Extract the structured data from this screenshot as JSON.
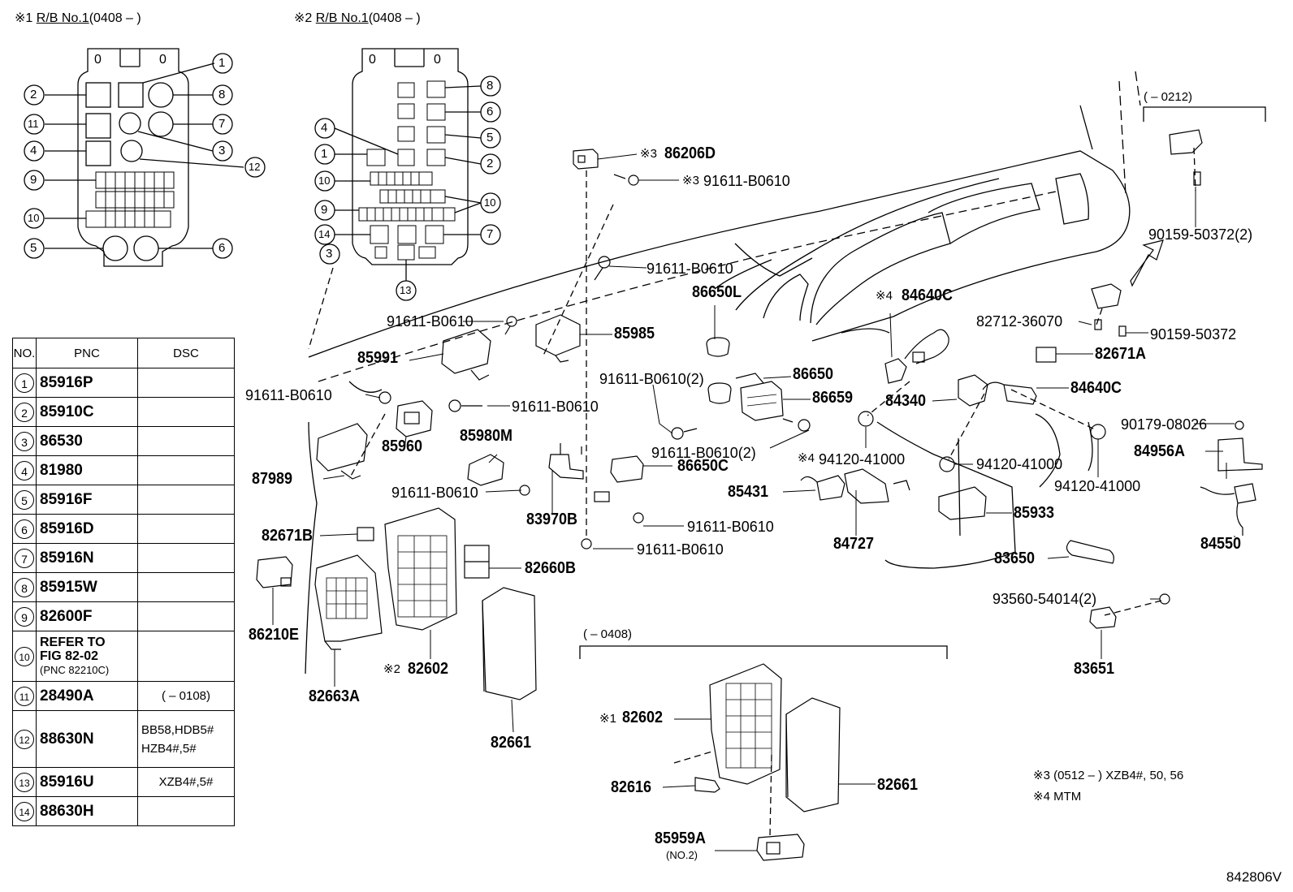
{
  "diagram_ref": "842806V",
  "headers": {
    "rb1_a": {
      "mark": "※1",
      "name": "R/B No.1",
      "range": "(0408 –     )"
    },
    "rb1_b": {
      "mark": "※2",
      "name": "R/B No.1",
      "range": "(0408 –     )"
    },
    "range_0212": "(     – 0212)",
    "range_0408": "(     – 0408)"
  },
  "notes": {
    "note3": "※3 (0512 –      ) XZB4#, 50, 56",
    "note4": "※4 MTM"
  },
  "legend": {
    "col_no": "NO.",
    "col_pnc": "PNC",
    "col_dsc": "DSC",
    "rows": [
      {
        "no": "1",
        "pnc": "85916P",
        "dsc": ""
      },
      {
        "no": "2",
        "pnc": "85910C",
        "dsc": ""
      },
      {
        "no": "3",
        "pnc": "86530",
        "dsc": ""
      },
      {
        "no": "4",
        "pnc": "81980",
        "dsc": ""
      },
      {
        "no": "5",
        "pnc": "85916F",
        "dsc": ""
      },
      {
        "no": "6",
        "pnc": "85916D",
        "dsc": ""
      },
      {
        "no": "7",
        "pnc": "85916N",
        "dsc": ""
      },
      {
        "no": "8",
        "pnc": "85915W",
        "dsc": ""
      },
      {
        "no": "9",
        "pnc": "82600F",
        "dsc": ""
      },
      {
        "no": "10",
        "pnc_l1": "REFER TO",
        "pnc_l2": "FIG 82-02",
        "pnc_l3": "(PNC 82210C)",
        "dsc": ""
      },
      {
        "no": "11",
        "pnc": "28490A",
        "dsc": "(     – 0108)"
      },
      {
        "no": "12",
        "pnc": "88630N",
        "dsc_l1": "BB58,HDB5#",
        "dsc_l2": "HZB4#,5#"
      },
      {
        "no": "13",
        "pnc": "85916U",
        "dsc": "XZB4#,5#"
      },
      {
        "no": "14",
        "pnc": "88630H",
        "dsc": ""
      }
    ]
  },
  "callouts_left_box": [
    "1",
    "2",
    "8",
    "11",
    "7",
    "4",
    "3",
    "12",
    "9",
    "10",
    "5",
    "6"
  ],
  "callouts_right_box": [
    "8",
    "4",
    "6",
    "5",
    "1",
    "2",
    "10",
    "10",
    "9",
    "14",
    "7",
    "13",
    "3"
  ],
  "parts": {
    "p86206D": "86206D",
    "m3a": "※3",
    "p91611_b0610_a": "91611-B0610",
    "m3b": "※3",
    "p91611_b0610_b": "91611-B0610",
    "p86650L": "86650L",
    "p91611_b0610_c": "91611-B0610",
    "p85985": "85985",
    "p85991": "85991",
    "p91611_b0610_d": "91611-B0610",
    "p91611_b0610_e": "91611-B0610",
    "p85980M": "85980M",
    "p85960": "85960",
    "p87989": "87989",
    "p91611_b0610_f": "91611-B0610",
    "p83970B": "83970B",
    "p82671B": "82671B",
    "p86210E": "86210E",
    "p82663A": "82663A",
    "m2": "※2",
    "p82602_a": "82602",
    "p82660B": "82660B",
    "p82661_a": "82661",
    "p91611_b0610_2a": "91611-B0610(2)",
    "p86650": "86650",
    "p86659": "86659",
    "p91611_b0610_2b": "91611-B0610(2)",
    "p86650C": "86650C",
    "p91611_b0610_g": "91611-B0610",
    "p91611_b0610_h": "91611-B0610",
    "m4a": "※4",
    "p84640C_a": "84640C",
    "p84340": "84340",
    "m4b": "※4",
    "p94120_41000_a": "94120-41000",
    "p85431": "85431",
    "p84727": "84727",
    "p85933": "85933",
    "p94120_41000_b": "94120-41000",
    "p94120_41000_c": "94120-41000",
    "p82712_36070": "82712-36070",
    "p82671A": "82671A",
    "p84640C_b": "84640C",
    "p90159_50372_2": "90159-50372(2)",
    "p90159_50372": "90159-50372",
    "p90179_08026": "90179-08026",
    "p84956A": "84956A",
    "p84550": "84550",
    "p83650": "83650",
    "p93560_54014_2": "93560-54014(2)",
    "p83651": "83651",
    "m1": "※1",
    "p82602_b": "82602",
    "p82616": "82616",
    "p82661_b": "82661",
    "p85959A": "85959A",
    "p85959A_note": "(NO.2)"
  }
}
